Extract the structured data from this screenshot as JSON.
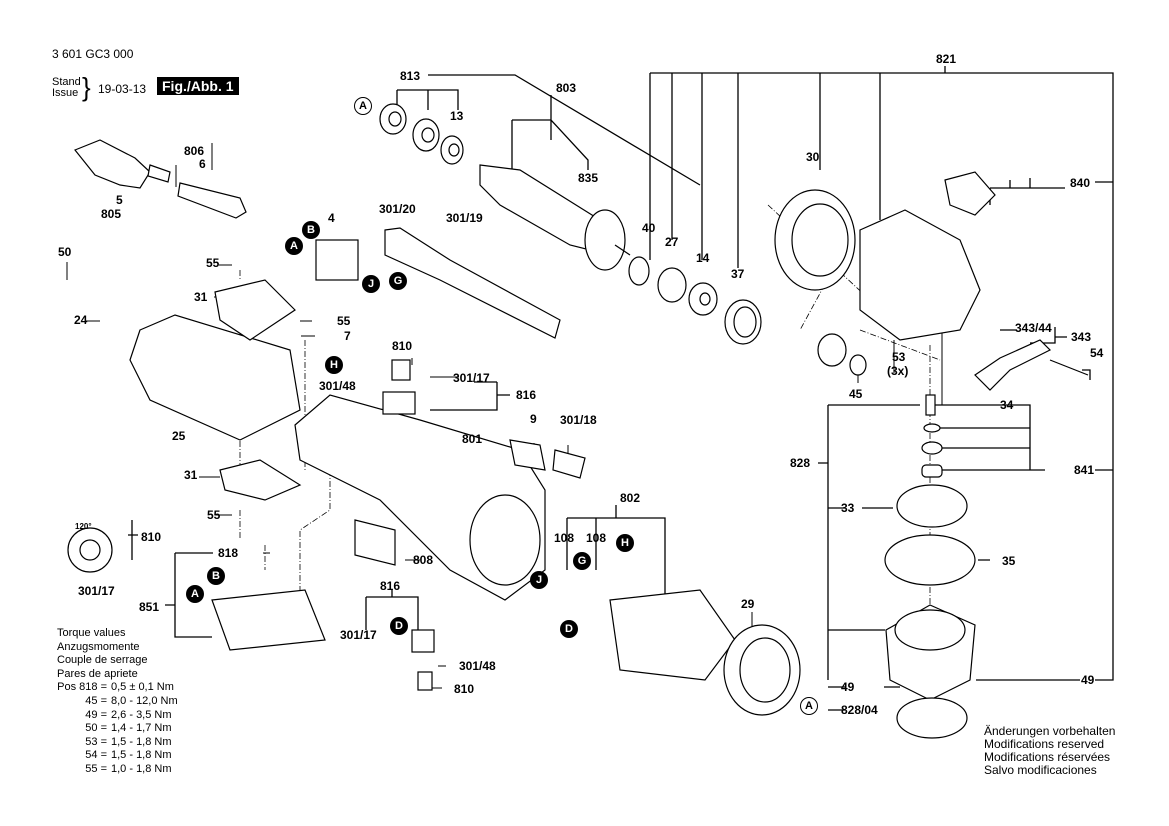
{
  "header": {
    "part_number": "3 601 GC3 000",
    "stand_label": "Stand",
    "issue_label": "Issue",
    "date": "19-03-13",
    "figure_label": "Fig./Abb. 1"
  },
  "labels": {
    "l821": "821",
    "l813": "813",
    "l803": "803",
    "l13": "13",
    "l835": "835",
    "l806": "806",
    "l6": "6",
    "l5": "5",
    "l805": "805",
    "l30": "30",
    "l840": "840",
    "l40": "40",
    "l27": "27",
    "l14": "14",
    "l37": "37",
    "l301_20": "301/20",
    "l301_19": "301/19",
    "l4": "4",
    "l50": "50",
    "l55a": "55",
    "l31a": "31",
    "l24": "24",
    "l55b": "55",
    "l7": "7",
    "l810a": "810",
    "l301_48a": "301/48",
    "l301_17a": "301/17",
    "l816a": "816",
    "l25": "25",
    "l9": "9",
    "l301_18": "301/18",
    "l801": "801",
    "l31b": "31",
    "l55c": "55",
    "l810b": "810",
    "l301_17b": "301/17",
    "l120": "120°",
    "l818": "818",
    "l851": "851",
    "l808": "808",
    "l802": "802",
    "l108a": "108",
    "l108b": "108",
    "l29": "29",
    "l816b": "816",
    "l301_17c": "301/17",
    "l301_48b": "301/48",
    "l810c": "810",
    "l53": "53",
    "l3x": "(3x)",
    "l45": "45",
    "l343_44": "343/44",
    "l343": "343",
    "l54": "54",
    "l34": "34",
    "l828": "828",
    "l841": "841",
    "l33": "33",
    "l35": "35",
    "l49a": "49",
    "l49b": "49",
    "l828_04": "828/04"
  },
  "callouts": {
    "A": "A",
    "B": "B",
    "D": "D",
    "G": "G",
    "H": "H",
    "J": "J"
  },
  "torque": {
    "title_lines": [
      "Torque values",
      "Anzugsmomente",
      "Couple de serrage",
      "Pares de apriete"
    ],
    "rows": [
      {
        "pos": "Pos 818 =",
        "value": "0,5 ± 0,1 Nm"
      },
      {
        "pos": "45 =",
        "value": "8,0 - 12,0 Nm"
      },
      {
        "pos": "49 =",
        "value": "2,6 - 3,5 Nm"
      },
      {
        "pos": "50 =",
        "value": "1,4 - 1,7 Nm"
      },
      {
        "pos": "53 =",
        "value": "1,5 - 1,8 Nm"
      },
      {
        "pos": "54 =",
        "value": "1,5 - 1,8 Nm"
      },
      {
        "pos": "55 =",
        "value": "1,0 - 1,8 Nm"
      }
    ]
  },
  "notes": [
    "Änderungen vorbehalten",
    "Modifications reserved",
    "Modifications réservées",
    "Salvo modificaciones"
  ]
}
